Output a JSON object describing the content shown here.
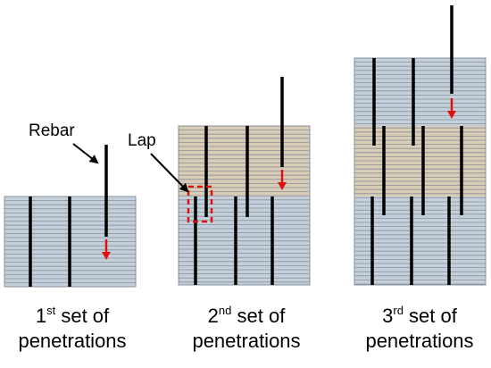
{
  "labels": {
    "rebar": "Rebar",
    "lap": "Lap"
  },
  "captions": [
    {
      "number": "1",
      "suffix": "st",
      "rest": " set of",
      "line2": "penetrations"
    },
    {
      "number": "2",
      "suffix": "nd",
      "rest": " set of",
      "line2": "penetrations"
    },
    {
      "number": "3",
      "suffix": "rd",
      "rest": " set of",
      "line2": "penetrations"
    }
  ],
  "colors": {
    "base_layer": "#c3d0dc",
    "new_layer": "#d8ccb6",
    "fiber_line": "#8a9099",
    "rebar": "#000000",
    "arrow": "#e01010",
    "lap_box": "#e01010"
  }
}
